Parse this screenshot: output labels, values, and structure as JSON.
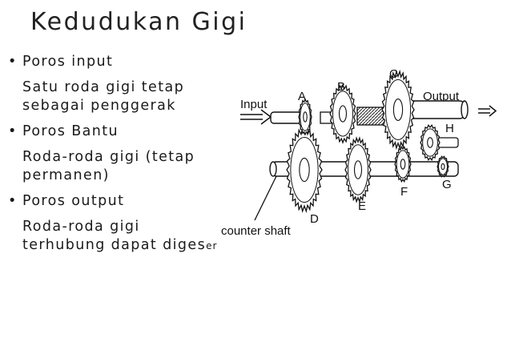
{
  "slide": {
    "title": "Kedudukan Gigi",
    "bullets": [
      {
        "marker": "•",
        "heading": "Poros input",
        "lines": [
          "Satu roda gigi tetap",
          "sebagai penggerak"
        ]
      },
      {
        "marker": "•",
        "heading": "Poros Bantu",
        "lines": [
          "Roda-roda gigi (tetap",
          "permanen)"
        ]
      },
      {
        "marker": "•",
        "heading": "Poros output",
        "lines": [
          "Roda-roda gigi",
          "terhubung dapat diges"
        ],
        "line_suffix": "er"
      }
    ]
  },
  "figure": {
    "input_label": "Input",
    "output_label": "Output",
    "counter_shaft_label": "counter shaft",
    "gear_labels": [
      "A",
      "B",
      "C",
      "D",
      "E",
      "F",
      "G",
      "H"
    ]
  }
}
